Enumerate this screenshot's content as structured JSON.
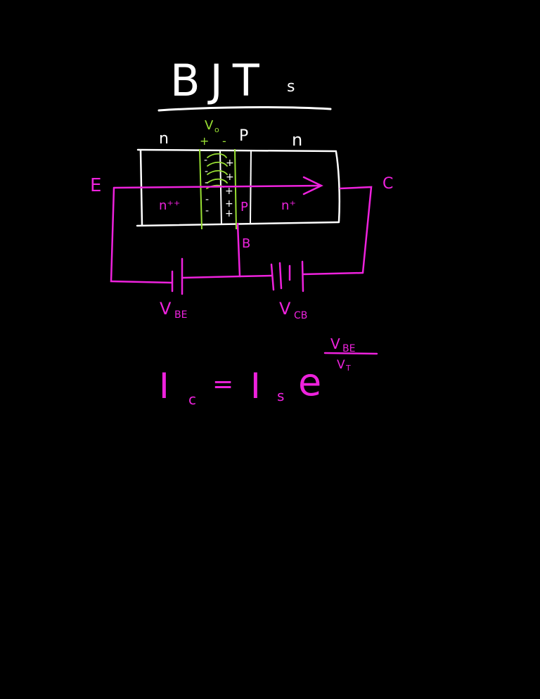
{
  "title": {
    "main": "BJT",
    "sub": "s"
  },
  "regions": {
    "top_left": "n",
    "top_mid": "P",
    "top_right": "n",
    "emitter_doping": "n⁺⁺",
    "base_doping": "P",
    "collector_doping": "n⁺",
    "barrier_voltage": "V",
    "barrier_voltage_sub": "o",
    "plus_sign": "+",
    "minus_sign": "-"
  },
  "terminals": {
    "emitter": "E",
    "collector": "C",
    "base": "B"
  },
  "sources": {
    "vbe": {
      "main": "V",
      "sub": "BE"
    },
    "vcb": {
      "main": "V",
      "sub": "CB"
    }
  },
  "equation": {
    "lhs": "I",
    "lhs_sub": "c",
    "equals": "=",
    "is": "I",
    "is_sub": "s",
    "e": "e",
    "exp_num": "V",
    "exp_num_sub": "BE",
    "exp_den": "V",
    "exp_den_sub": "T"
  },
  "colors": {
    "background": "#000000",
    "ink_white": "#ffffff",
    "ink_magenta": "#ee22dd",
    "ink_green": "#99e033"
  }
}
